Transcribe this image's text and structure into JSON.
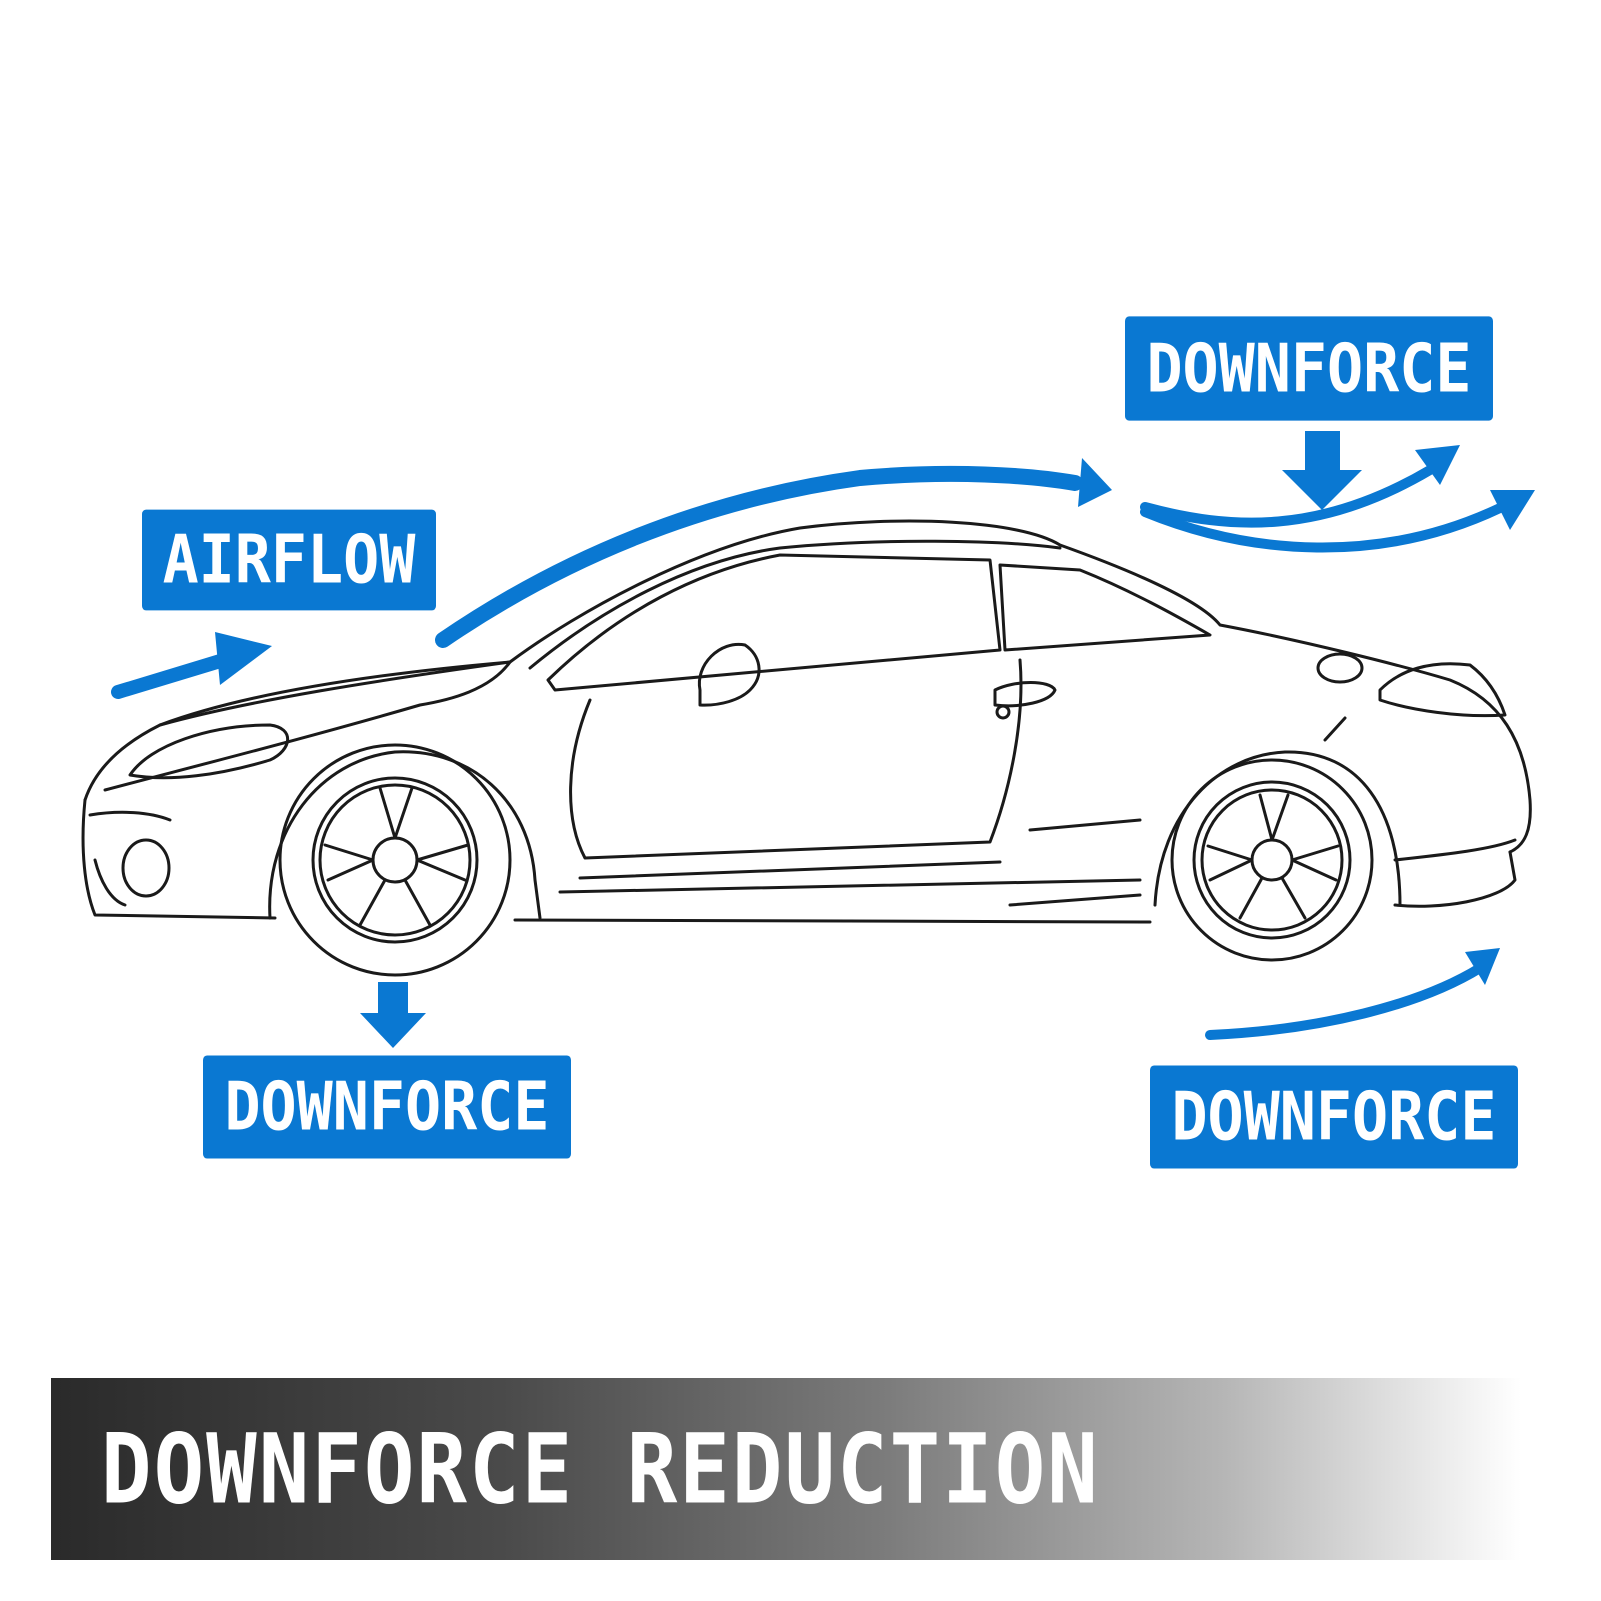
{
  "labels": {
    "airflow": "AIRFLOW",
    "downforce_top": "DOWNFORCE",
    "downforce_left": "DOWNFORCE",
    "downforce_right": "DOWNFORCE"
  },
  "footer": {
    "title": "DOWNFORCE REDUCTION"
  },
  "colors": {
    "accent": "#0a78d2",
    "outline": "#1a1a1a",
    "background": "#ffffff"
  }
}
